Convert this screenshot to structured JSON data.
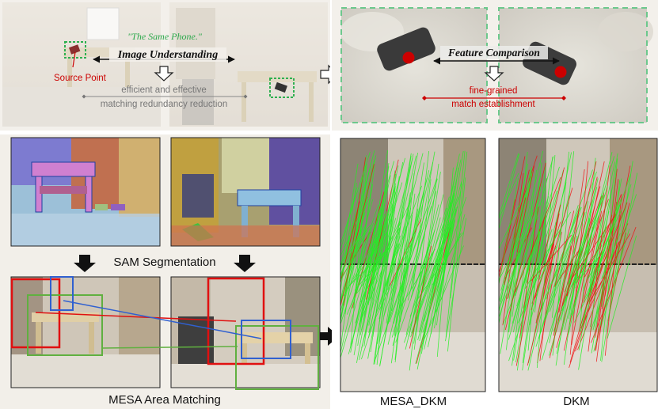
{
  "top_left": {
    "quote": "\"The Same Phone.\"",
    "image_understanding": "Image Understanding",
    "source_point": "Source Point",
    "reduction_line1": "efficient and effective",
    "reduction_line2": "matching redundancy reduction"
  },
  "top_right": {
    "feature_comparison": "Feature Comparison",
    "fine_line1": "fine-grained",
    "fine_line2": "match establishment"
  },
  "bottom_left": {
    "sam_label": "SAM Segmentation",
    "area_label": "MESA Area Matching"
  },
  "bottom_right": {
    "mesa_dkm_label": "MESA_DKM",
    "dkm_label": "DKM"
  },
  "colors": {
    "panel_bg": "#f2efea",
    "green_dashed": "#4dbb6c",
    "red_marker": "#cc0000",
    "match_green": "#22ee22",
    "match_red": "#ee1111",
    "area_red": "#e01010",
    "area_blue": "#3060d0",
    "area_green": "#60b040"
  }
}
